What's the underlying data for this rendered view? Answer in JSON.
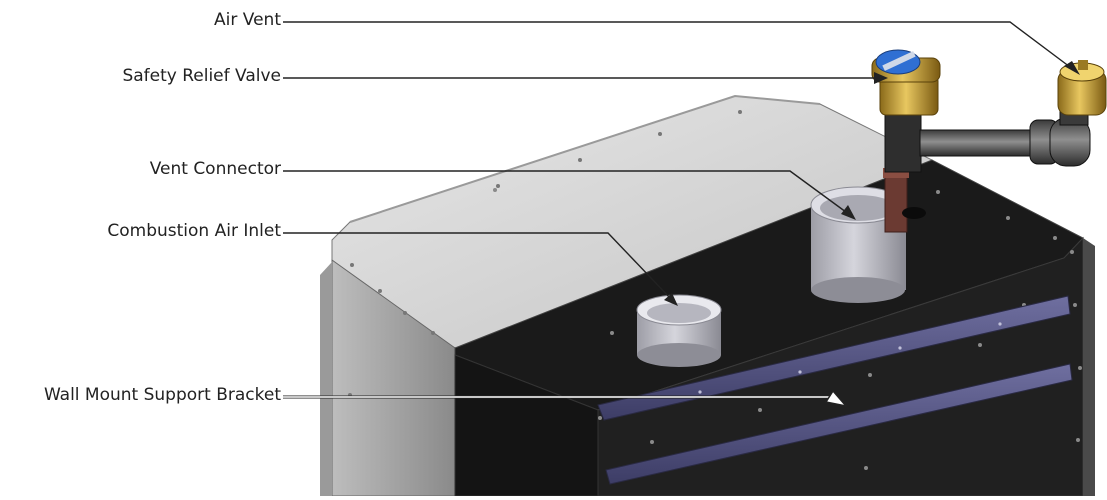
{
  "diagram": {
    "labels": [
      {
        "id": "air-vent",
        "text": "Air Vent"
      },
      {
        "id": "safety-relief-valve",
        "text": "Safety Relief Valve"
      },
      {
        "id": "vent-connector",
        "text": "Vent Connector"
      },
      {
        "id": "combustion-air-inlet",
        "text": "Combustion Air Inlet"
      },
      {
        "id": "wall-mount-support-bracket",
        "text": "Wall Mount Support Bracket"
      }
    ]
  }
}
